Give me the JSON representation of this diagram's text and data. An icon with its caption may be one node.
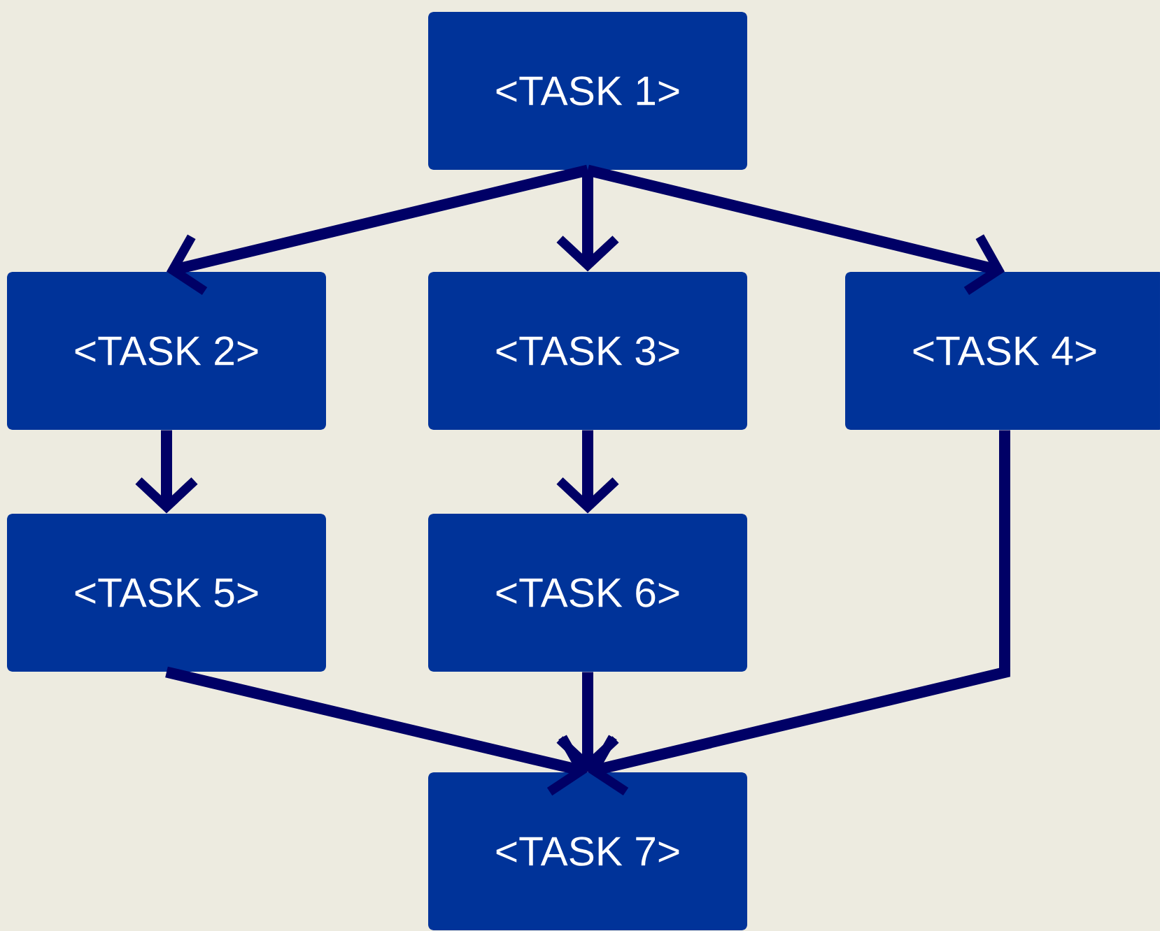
{
  "diagram": {
    "nodes": [
      {
        "text": [
          "<TASK 1>"
        ]
      },
      {
        "text": [
          "<TASK 2>"
        ]
      },
      {
        "text": [
          "<TASK 3>"
        ]
      },
      {
        "text": [
          "<TASK 4>"
        ]
      },
      {
        "text": [
          "<TASK 5>"
        ]
      },
      {
        "text": [
          "<TASK 6>"
        ]
      },
      {
        "text": [
          "<TASK 7>"
        ]
      }
    ],
    "edges": [
      {
        "from": 0,
        "to": 1,
        "arrow": "to"
      },
      {
        "from": 0,
        "to": 2,
        "arrow": "to"
      },
      {
        "from": 0,
        "to": 3,
        "arrow": "to"
      },
      {
        "from": 1,
        "to": 4,
        "arrow": "to"
      },
      {
        "from": 2,
        "to": 5,
        "arrow": "to"
      },
      {
        "from": 4,
        "to": 6,
        "arrow": "to"
      },
      {
        "from": 5,
        "to": 6,
        "arrow": "to"
      },
      {
        "from": 3,
        "to": 6,
        "arrow": "to"
      }
    ]
  }
}
